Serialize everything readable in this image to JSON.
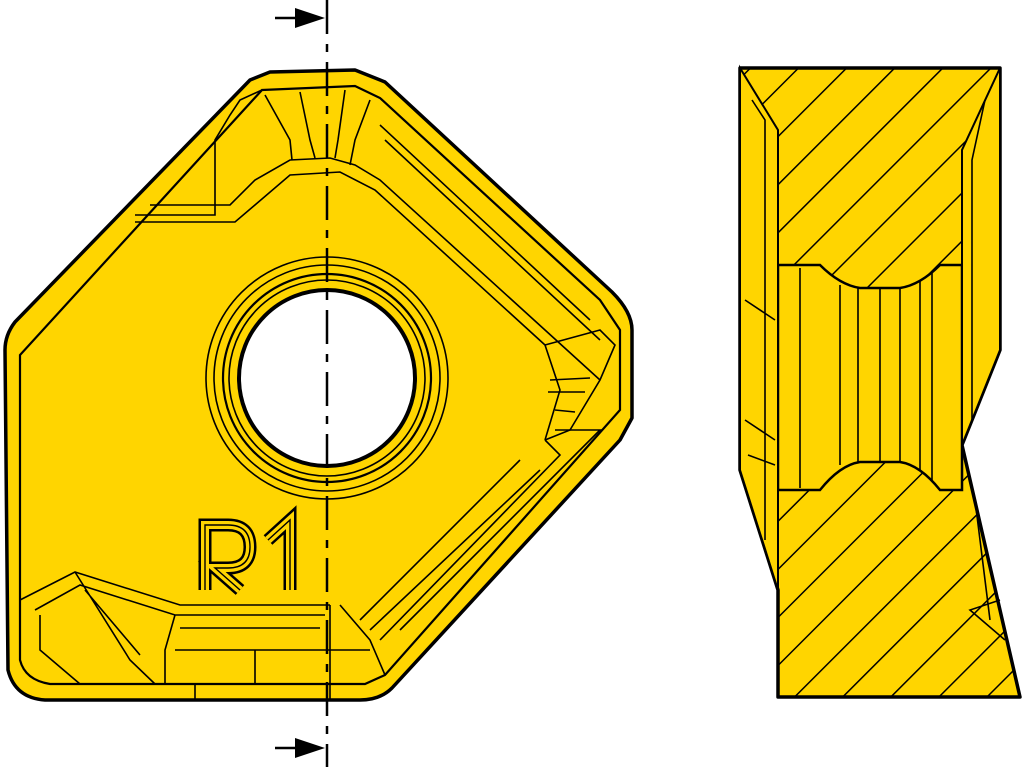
{
  "drawing": {
    "marking": "R1",
    "fill_color": "#FFD500",
    "line_color": "#000000",
    "views": [
      "top-view",
      "section-view"
    ]
  }
}
